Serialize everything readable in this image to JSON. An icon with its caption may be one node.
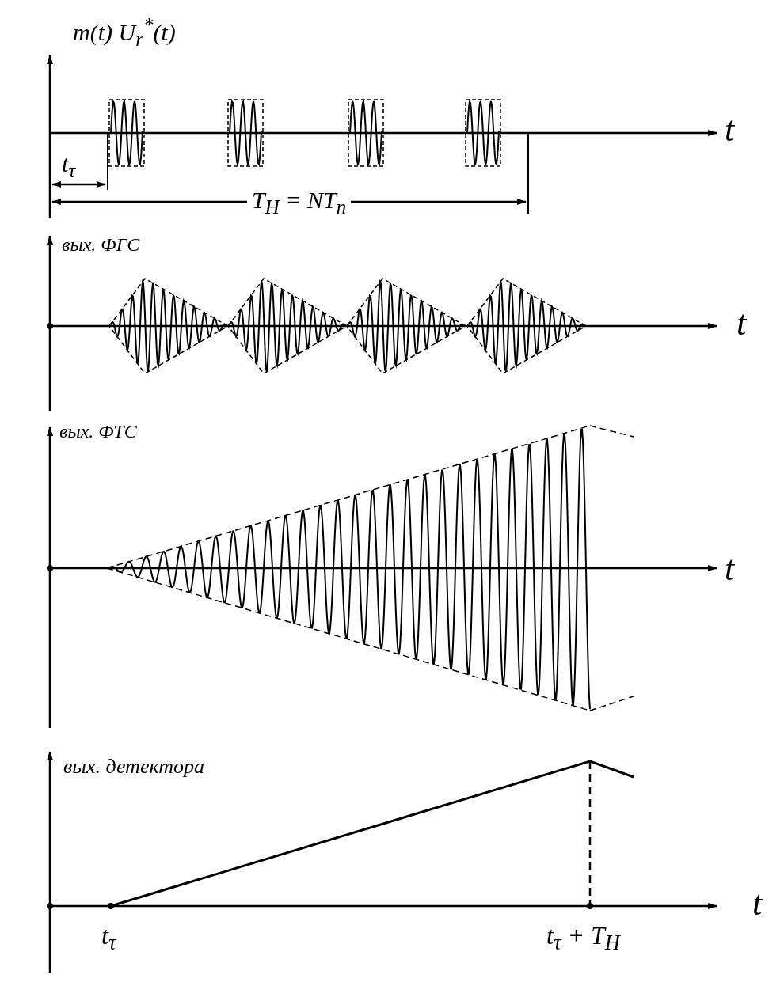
{
  "diagram": {
    "labels": [
      "m(t) U$_{r}$$^{*}$(t)",
      "t",
      "t$_{τ}$",
      "T$_{Н}$ = NT$_{п}$",
      "вых. ФГС",
      "t",
      "вых. ФТС",
      "t",
      "вых. детектора",
      "t",
      "t$_{τ}$",
      "t$_{τ}$ + T$_{Н}$"
    ]
  }
}
